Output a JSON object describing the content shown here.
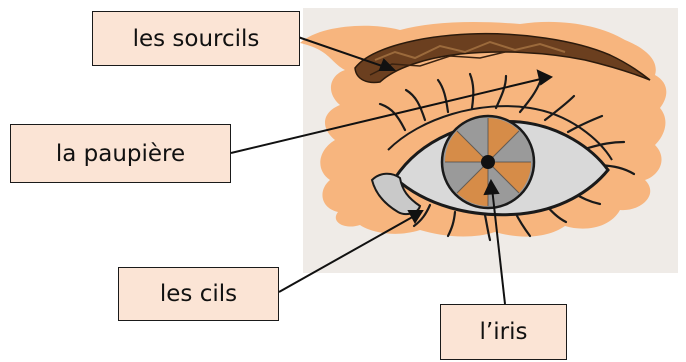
{
  "labels": {
    "eyebrows": "les sourcils",
    "eyelid": "la paupière",
    "eyelashes": "les cils",
    "iris": "l’iris"
  },
  "colors": {
    "label_fill": "#fbe4d5",
    "skin": "#f7b57e",
    "background_panel": "#efebe7",
    "eyebrow": "#6b3f1f",
    "eye_white": "#d9d9d9",
    "iris": "#9a9a9a",
    "iris_accent": "#e08a3a",
    "outline": "#1a1a1a"
  }
}
